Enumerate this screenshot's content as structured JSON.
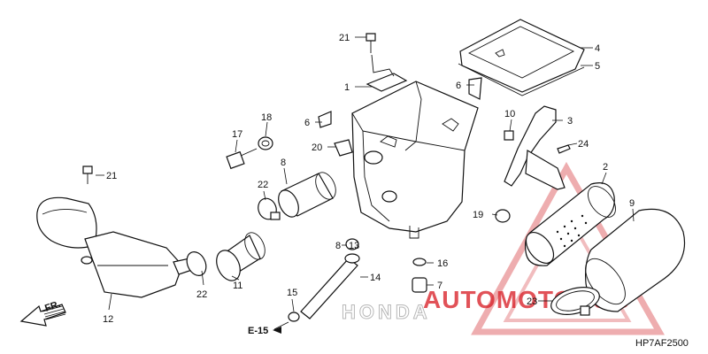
{
  "diagram_code": "HP7AF2500",
  "direction": {
    "label": "FR."
  },
  "reference": {
    "label": "E-15"
  },
  "watermark": {
    "brand_text": "AUTOMOTOHUB",
    "sub_text": "HONDA",
    "color": "#d9222a"
  },
  "callouts": [
    {
      "id": "c1",
      "text": "1"
    },
    {
      "id": "c2",
      "text": "2"
    },
    {
      "id": "c3",
      "text": "3"
    },
    {
      "id": "c4",
      "text": "4"
    },
    {
      "id": "c5",
      "text": "5"
    },
    {
      "id": "c6a",
      "text": "6"
    },
    {
      "id": "c6b",
      "text": "6"
    },
    {
      "id": "c7",
      "text": "7"
    },
    {
      "id": "c8a",
      "text": "8"
    },
    {
      "id": "c8b",
      "text": "8"
    },
    {
      "id": "c9",
      "text": "9"
    },
    {
      "id": "c10",
      "text": "10"
    },
    {
      "id": "c11",
      "text": "11"
    },
    {
      "id": "c12",
      "text": "12"
    },
    {
      "id": "c13",
      "text": "13"
    },
    {
      "id": "c14",
      "text": "14"
    },
    {
      "id": "c15",
      "text": "15"
    },
    {
      "id": "c16",
      "text": "16"
    },
    {
      "id": "c17",
      "text": "17"
    },
    {
      "id": "c18",
      "text": "18"
    },
    {
      "id": "c19",
      "text": "19"
    },
    {
      "id": "c20",
      "text": "20"
    },
    {
      "id": "c21a",
      "text": "21"
    },
    {
      "id": "c21b",
      "text": "21"
    },
    {
      "id": "c22a",
      "text": "22"
    },
    {
      "id": "c22b",
      "text": "22"
    },
    {
      "id": "c23",
      "text": "23"
    },
    {
      "id": "c24",
      "text": "24"
    }
  ]
}
